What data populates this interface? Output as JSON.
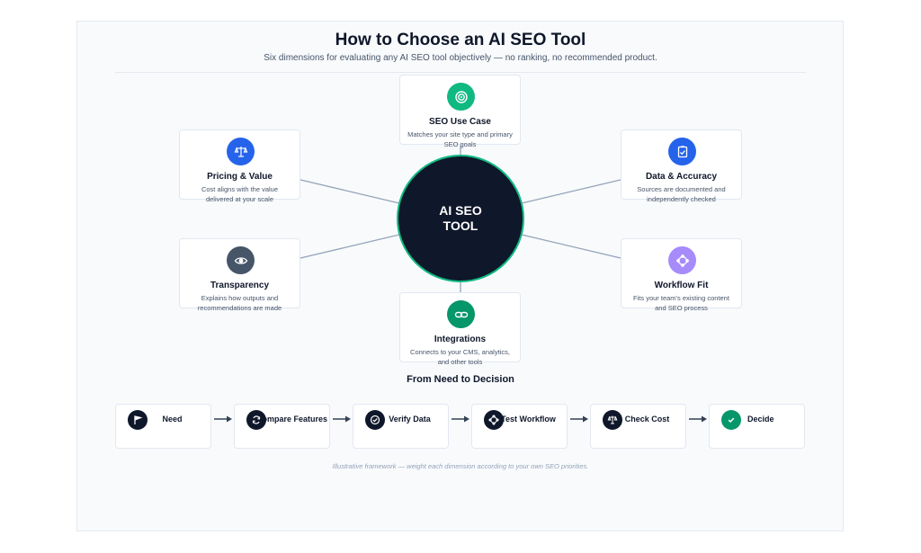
{
  "title": "How to Choose an AI SEO Tool",
  "subtitle": "Six dimensions for evaluating any AI SEO tool objectively — no ranking, no recommended product.",
  "hub": {
    "label": "AI SEO\nTOOL",
    "color": "#0f172a",
    "ring_color": "#10b981"
  },
  "dimensions": [
    {
      "title": "SEO Use Case",
      "desc": "Matches your site type and primary SEO goals",
      "icon": "target-icon",
      "color": "#10b981"
    },
    {
      "title": "Pricing & Value",
      "desc": "Cost aligns with the value delivered at your scale",
      "icon": "scale-icon",
      "color": "#2563eb"
    },
    {
      "title": "Data & Accuracy",
      "desc": "Sources are documented and independently checked",
      "icon": "clipboard-check-icon",
      "color": "#2563eb"
    },
    {
      "title": "Transparency",
      "desc": "Explains how outputs and recommendations are made",
      "icon": "eye-icon",
      "color": "#475569"
    },
    {
      "title": "Workflow Fit",
      "desc": "Fits your team's existing content and SEO process",
      "icon": "workflow-diamond-icon",
      "color": "#a78bfa"
    },
    {
      "title": "Integrations",
      "desc": "Connects to your CMS, analytics, and other tools",
      "icon": "link-icon",
      "color": "#059669"
    }
  ],
  "process": {
    "title": "From Need to Decision",
    "steps": [
      {
        "label": "Need",
        "icon": "flag-icon"
      },
      {
        "label": "Compare Features",
        "icon": "compare-icon"
      },
      {
        "label": "Verify Data",
        "icon": "check-circle-icon"
      },
      {
        "label": "Test Workflow",
        "icon": "workflow-diamond-icon"
      },
      {
        "label": "Check Cost",
        "icon": "scale-icon"
      },
      {
        "label": "Decide",
        "icon": "check-icon",
        "color": "#059669"
      }
    ]
  },
  "footnote": "Illustrative framework — weight each dimension according to your own SEO priorities."
}
